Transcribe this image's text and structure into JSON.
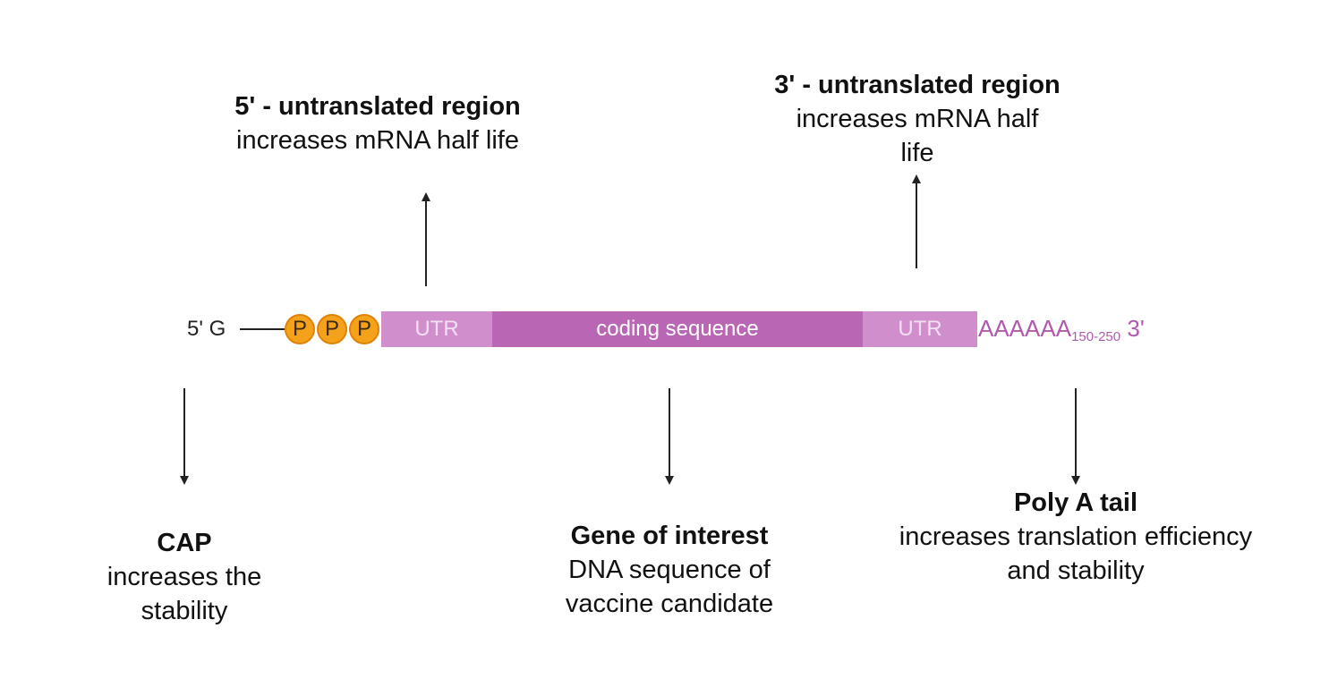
{
  "mrna": {
    "five_prime_label": "5' G",
    "phosphates": [
      "P",
      "P",
      "P"
    ],
    "segments": {
      "utr5": "UTR",
      "coding": "coding sequence",
      "utr3": "UTR"
    },
    "poly_a": {
      "bases": "AAAAAA",
      "length_range": "150-250",
      "three_prime": "3'"
    }
  },
  "annotations": {
    "utr5": {
      "title": "5' - untranslated region",
      "desc": "increases mRNA half life"
    },
    "utr3": {
      "title": "3' - untranslated region",
      "desc_line1": "increases mRNA half",
      "desc_line2": "life"
    },
    "cap": {
      "title": "CAP",
      "desc_line1": "increases the",
      "desc_line2": "stability"
    },
    "gene": {
      "title": "Gene of interest",
      "desc_line1": "DNA sequence of",
      "desc_line2": "vaccine candidate"
    },
    "polya": {
      "title": "Poly A tail",
      "desc_line1": "increases translation efficiency",
      "desc_line2": "and stability"
    }
  },
  "colors": {
    "phosphate": "#f5a21b",
    "utr": "#d08ecc",
    "coding": "#b967b4",
    "poly_a_text": "#b05aab",
    "arrows": "#222222"
  }
}
